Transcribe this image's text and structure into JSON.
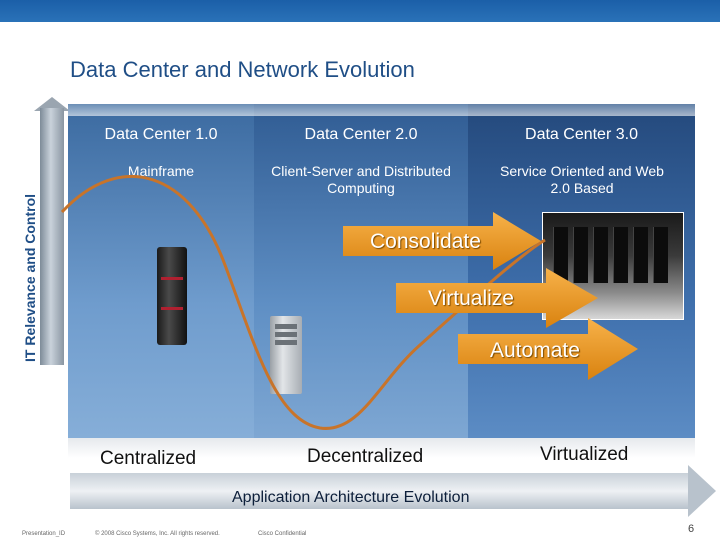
{
  "title": "Data Center and Network Evolution",
  "y_axis_label": "IT Relevance and Control",
  "x_axis_label": "Application Architecture Evolution",
  "columns": [
    {
      "heading": "Data Center 1.0",
      "subtitle": "Mainframe"
    },
    {
      "heading": "Data Center 2.0",
      "subtitle": "Client-Server and Distributed Computing"
    },
    {
      "heading": "Data Center 3.0",
      "subtitle": "Service Oriented and Web 2.0 Based"
    }
  ],
  "stages": [
    "Centralized",
    "Decentralized",
    "Virtualized"
  ],
  "arrows": [
    "Consolidate",
    "Virtualize",
    "Automate"
  ],
  "footer": {
    "presentation_id": "Presentation_ID",
    "copyright": "© 2008 Cisco Systems, Inc. All rights reserved.",
    "confidential": "Cisco Confidential",
    "page": "6"
  },
  "colors": {
    "arrow_orange": "#e8921c",
    "curve": "#c8742a",
    "title_blue": "#1f4e86"
  }
}
